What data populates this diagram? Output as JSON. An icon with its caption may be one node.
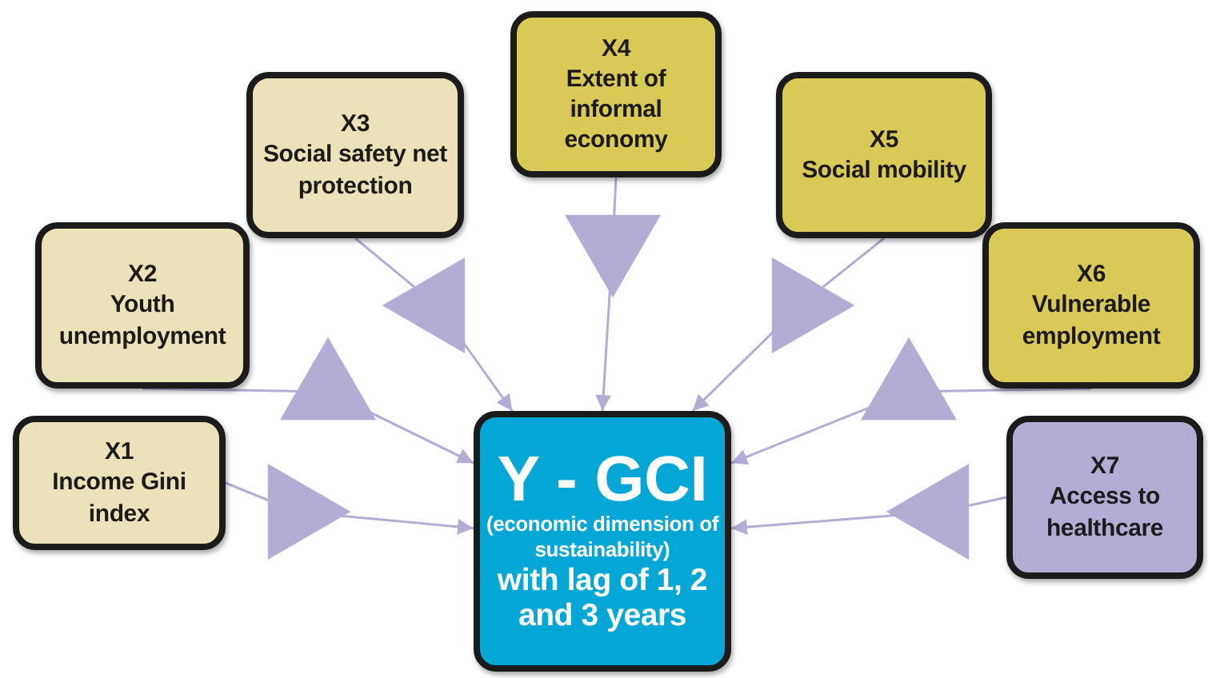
{
  "diagram": {
    "nodes": [
      {
        "text": [
          "X1",
          "Income Gini index"
        ]
      },
      {
        "text": [
          "X2",
          "Youth unemployment"
        ]
      },
      {
        "text": [
          "X3",
          "Social safety net protection"
        ]
      },
      {
        "text": [
          "X4",
          "Extent of informal economy"
        ]
      },
      {
        "text": [
          "X5",
          "Social mobility"
        ]
      },
      {
        "text": [
          "X6",
          "Vulnerable employment"
        ]
      },
      {
        "text": [
          "X7",
          "Access to healthcare"
        ]
      },
      {
        "text": [
          "Y - GCI",
          "(economic dimension of sustainability)",
          "with lag of 1, 2 and 3 years"
        ]
      }
    ],
    "edges": [
      {
        "from": 0,
        "to": 7,
        "arrow": "to"
      },
      {
        "from": 1,
        "to": 7,
        "arrow": "to"
      },
      {
        "from": 2,
        "to": 7,
        "arrow": "to"
      },
      {
        "from": 3,
        "to": 7,
        "arrow": "to"
      },
      {
        "from": 4,
        "to": 7,
        "arrow": "to"
      },
      {
        "from": 5,
        "to": 7,
        "arrow": "to"
      },
      {
        "from": 6,
        "to": 7,
        "arrow": "to"
      }
    ]
  }
}
